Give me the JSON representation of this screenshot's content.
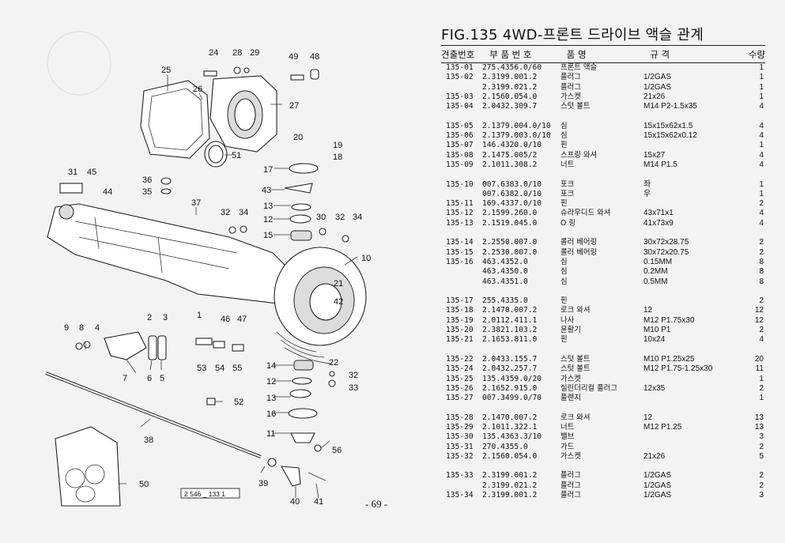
{
  "diagram": {
    "code_box": "2 546 _ 133 1",
    "callouts": [
      "24",
      "28",
      "29",
      "49",
      "48",
      "25",
      "26",
      "27",
      "20",
      "19",
      "18",
      "51",
      "17",
      "31",
      "45",
      "44",
      "36",
      "35",
      "43",
      "13",
      "12",
      "15",
      "37",
      "32",
      "34",
      "30",
      "32",
      "34",
      "10",
      "21",
      "42",
      "2",
      "3",
      "1",
      "46",
      "47",
      "9",
      "8",
      "4",
      "7",
      "6",
      "5",
      "53",
      "54",
      "55",
      "14",
      "22",
      "12",
      "32",
      "33",
      "13",
      "52",
      "16",
      "11",
      "56",
      "38",
      "50",
      "39",
      "40",
      "41"
    ]
  },
  "parts_list": {
    "title": "FIG.135 4WD-프론트 드라이브 액슬 관계",
    "headers": {
      "no": "견출번호",
      "part_no": "부 품 번 호",
      "name": "품 명",
      "spec": "규 격",
      "qty": "수량"
    },
    "rows": [
      {
        "no": "135-01",
        "part": "275.4356.0/60",
        "name": "프론트 액슬",
        "spec": "",
        "qty": "1"
      },
      {
        "no": "135-02",
        "part": "2.3199.001.2",
        "name": "플러그",
        "spec": "1/2GAS",
        "qty": "1"
      },
      {
        "no": "",
        "part": "2.3199.021.2",
        "name": "플러그",
        "spec": "1/2GAS",
        "qty": "1"
      },
      {
        "no": "135-03",
        "part": "2.1560.054.0",
        "name": "가스켓",
        "spec": "21x26",
        "qty": "1"
      },
      {
        "no": "135-04",
        "part": "2.0432.309.7",
        "name": "스텃 볼트",
        "spec": "M14 P2-1.5x35",
        "qty": "4"
      },
      {
        "gap": true
      },
      {
        "no": "135-05",
        "part": "2.1379.004.0/10",
        "name": "심",
        "spec": "15x15x62x1.5",
        "qty": "4"
      },
      {
        "no": "135-06",
        "part": "2.1379.003.0/10",
        "name": "심",
        "spec": "15x15x62x0.12",
        "qty": "4"
      },
      {
        "no": "135-07",
        "part": "146.4320.0/10",
        "name": "핀",
        "spec": "",
        "qty": "1"
      },
      {
        "no": "135-08",
        "part": "2.1475.005/2",
        "name": "스프링 와셔",
        "spec": "15x27",
        "qty": "4"
      },
      {
        "no": "135-09",
        "part": "2.1011.308.2",
        "name": "너트",
        "spec": "M14 P1.5",
        "qty": "4"
      },
      {
        "gap": true
      },
      {
        "no": "135-10",
        "part": "007.6383.0/10",
        "name": "포크",
        "spec": "좌",
        "qty": "1"
      },
      {
        "no": "",
        "part": "007.6382.0/10",
        "name": "포크",
        "spec": "우",
        "qty": "1"
      },
      {
        "no": "135-11",
        "part": "169.4337.0/10",
        "name": "핀",
        "spec": "",
        "qty": "2"
      },
      {
        "no": "135-12",
        "part": "2.1599.260.0",
        "name": "슈라우디드 와셔",
        "spec": "43x71x1",
        "qty": "4"
      },
      {
        "no": "135-13",
        "part": "2.1519.045.0",
        "name": "O 링",
        "spec": "41x73x9",
        "qty": "4"
      },
      {
        "gap": true
      },
      {
        "no": "135-14",
        "part": "2.2550.007.0",
        "name": "롤러 베어링",
        "spec": "30x72x28.75",
        "qty": "2"
      },
      {
        "no": "135-15",
        "part": "2.2530.007.0",
        "name": "롤러 베어링",
        "spec": "30x72x20.75",
        "qty": "2"
      },
      {
        "no": "135-16",
        "part": "463.4352.0",
        "name": "심",
        "spec": "0.15MM",
        "qty": "8"
      },
      {
        "no": "",
        "part": "463.4350.0",
        "name": "심",
        "spec": "0.2MM",
        "qty": "8"
      },
      {
        "no": "",
        "part": "463.4351.0",
        "name": "심",
        "spec": "0.5MM",
        "qty": "8"
      },
      {
        "gap": true
      },
      {
        "no": "135-17",
        "part": "255.4335.0",
        "name": "핀",
        "spec": "",
        "qty": "2"
      },
      {
        "no": "135-18",
        "part": "2.1470.007.2",
        "name": "로크 와셔",
        "spec": "12",
        "qty": "12"
      },
      {
        "no": "135-19",
        "part": "2.0112.411.1",
        "name": "나사",
        "spec": "M12 P1.75x30",
        "qty": "12"
      },
      {
        "no": "135-20",
        "part": "2.3821.103.2",
        "name": "윤활기",
        "spec": "M10 P1",
        "qty": "2"
      },
      {
        "no": "135-21",
        "part": "2.1653.811.0",
        "name": "핀",
        "spec": "10x24",
        "qty": "4"
      },
      {
        "gap": true
      },
      {
        "no": "135-22",
        "part": "2.0433.155.7",
        "name": "스텃 볼트",
        "spec": "M10 P1.25x25",
        "qty": "20"
      },
      {
        "no": "135-24",
        "part": "2.0432.257.7",
        "name": "스텃 볼트",
        "spec": "M12 P1.75-1.25x30",
        "qty": "11"
      },
      {
        "no": "135-25",
        "part": "135.4359.0/20",
        "name": "가스켓",
        "spec": "",
        "qty": "1"
      },
      {
        "no": "135-26",
        "part": "2.1652.915.0",
        "name": "실린더리컬 플러그",
        "spec": "12x35",
        "qty": "2"
      },
      {
        "no": "135-27",
        "part": "007.3499.0/70",
        "name": "플랜지",
        "spec": "",
        "qty": "1"
      },
      {
        "gap": true
      },
      {
        "no": "135-28",
        "part": "2.1470.007.2",
        "name": "로크 와셔",
        "spec": "12",
        "qty": "13"
      },
      {
        "no": "135-29",
        "part": "2.1011.322.1",
        "name": "너트",
        "spec": "M12 P1.25",
        "qty": "13"
      },
      {
        "no": "135-30",
        "part": "135.4363.3/10",
        "name": "밸브",
        "spec": "",
        "qty": "3"
      },
      {
        "no": "135-31",
        "part": "270.4355.0",
        "name": "가드",
        "spec": "",
        "qty": "2"
      },
      {
        "no": "135-32",
        "part": "2.1560.054.0",
        "name": "가스켓",
        "spec": "21x26",
        "qty": "5"
      },
      {
        "gap": true
      },
      {
        "no": "135-33",
        "part": "2.3199.001.2",
        "name": "플러그",
        "spec": "1/2GAS",
        "qty": "2"
      },
      {
        "no": "",
        "part": "2.3199.021.2",
        "name": "플러그",
        "spec": "1/2GAS",
        "qty": "2"
      },
      {
        "no": "135-34",
        "part": "2.3199.001.2",
        "name": "플러그",
        "spec": "1/2GAS",
        "qty": "3"
      }
    ]
  },
  "page_number": "- 69 -"
}
